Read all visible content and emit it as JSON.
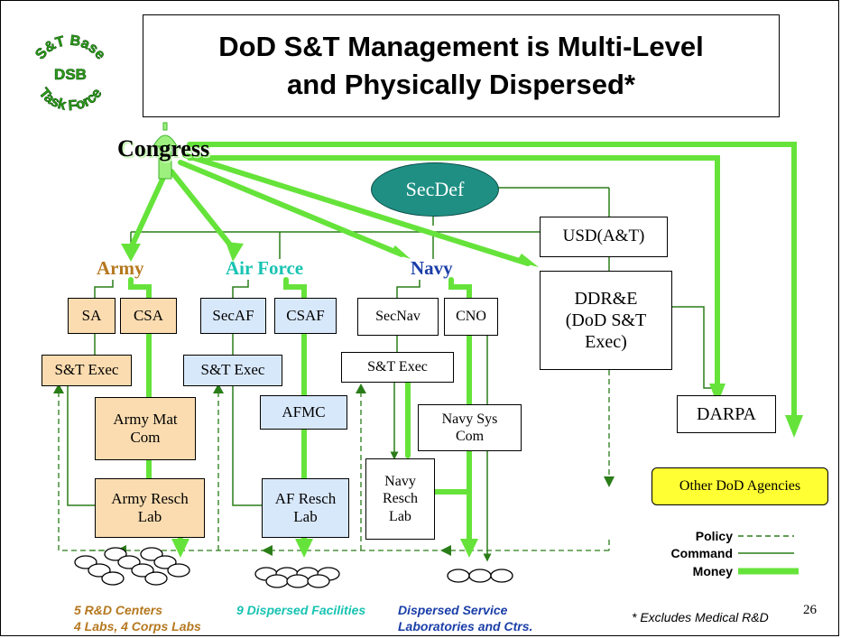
{
  "title": "DoD S&T Management is Multi-Level\nand Physically Dispersed*",
  "seal": {
    "top_text": "S&T Base",
    "center_text": "DSB",
    "bottom_text": "Task Force"
  },
  "congress_label": "Congress",
  "secdef_label": "SecDef",
  "services": {
    "army": "Army",
    "air_force": "Air Force",
    "navy": "Navy"
  },
  "boxes": {
    "sa": "SA",
    "csa": "CSA",
    "army_st_exec": "S&T Exec",
    "army_mat_com": "Army Mat\nCom",
    "army_resch_lab": "Army Resch\nLab",
    "secaf": "SecAF",
    "csaf": "CSAF",
    "af_st_exec": "S&T Exec",
    "afmc": "AFMC",
    "af_resch_lab": "AF Resch\nLab",
    "secnav": "SecNav",
    "cno": "CNO",
    "navy_st_exec": "S&T Exec",
    "navy_sys_com": "Navy Sys\nCom",
    "navy_resch_lab": "Navy\nResch\nLab",
    "usd_at": "USD(A&T)",
    "ddre": "DDR&E\n(DoD S&T\nExec)",
    "darpa": "DARPA",
    "other_dod": "Other DoD Agencies"
  },
  "footnotes": {
    "army": "5 R&D Centers\n4 Labs, 4 Corps Labs",
    "air_force": "9 Dispersed Facilities",
    "navy": "Dispersed Service\n   Laboratories and Ctrs."
  },
  "legend": {
    "policy": "Policy",
    "command": "Command",
    "money": "Money"
  },
  "note": "* Excludes Medical R&D",
  "page_number": "26",
  "colors": {
    "army_text": "#b5781f",
    "air_force_text": "#17c3b2",
    "navy_text": "#1a3ea8",
    "tan_fill": "#fbdcb0",
    "blue_fill": "#d8e8fb",
    "money_green": "#66e33a",
    "command_green": "#2a7d18",
    "secdef_fill": "#1f8f83",
    "other_dod_fill": "#ffff33"
  }
}
